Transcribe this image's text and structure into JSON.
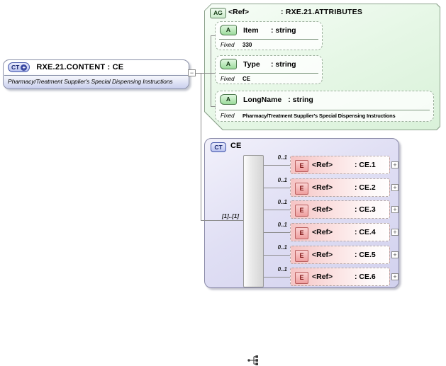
{
  "glyphs": {
    "collapse": "−",
    "expand": "+",
    "plus": "+"
  },
  "content_box": {
    "badge": "CT",
    "title": "RXE.21.CONTENT : CE",
    "description": "Pharmacy/Treatment Supplier's Special Dispensing Instructions"
  },
  "attributes_box": {
    "badge": "AG",
    "ref_label": "<Ref>",
    "title": ": RXE.21.ATTRIBUTES",
    "fixed_label": "Fixed",
    "attributes": [
      {
        "badge": "A",
        "name": "Item",
        "type": ": string",
        "fixed": "330"
      },
      {
        "badge": "A",
        "name": "Type",
        "type": ": string",
        "fixed": "CE"
      },
      {
        "badge": "A",
        "name": "LongName",
        "type": ": string",
        "fixed": "Pharmacy/Treatment Supplier's Special Dispensing Instructions"
      }
    ]
  },
  "type_box": {
    "badge": "CT",
    "title": "CE",
    "cardinality": "[1]..[1]",
    "compositor": "sequence",
    "elements": [
      {
        "badge": "E",
        "ref_label": "<Ref>",
        "type": ": CE.1",
        "cardinality": "0..1"
      },
      {
        "badge": "E",
        "ref_label": "<Ref>",
        "type": ": CE.2",
        "cardinality": "0..1"
      },
      {
        "badge": "E",
        "ref_label": "<Ref>",
        "type": ": CE.3",
        "cardinality": "0..1"
      },
      {
        "badge": "E",
        "ref_label": "<Ref>",
        "type": ": CE.4",
        "cardinality": "0..1"
      },
      {
        "badge": "E",
        "ref_label": "<Ref>",
        "type": ": CE.5",
        "cardinality": "0..1"
      },
      {
        "badge": "E",
        "ref_label": "<Ref>",
        "type": ": CE.6",
        "cardinality": "0..1"
      }
    ]
  },
  "colors": {
    "complex_type_fill": "#d9daf2",
    "complex_type_badge": "#b9c2f0",
    "attribute_group_fill": "#e4f6e4",
    "attribute_badge": "#9bdb9b",
    "element_fill": "#f5c4c4",
    "element_badge": "#ef9f9f",
    "connector": "#8c8c8c"
  }
}
